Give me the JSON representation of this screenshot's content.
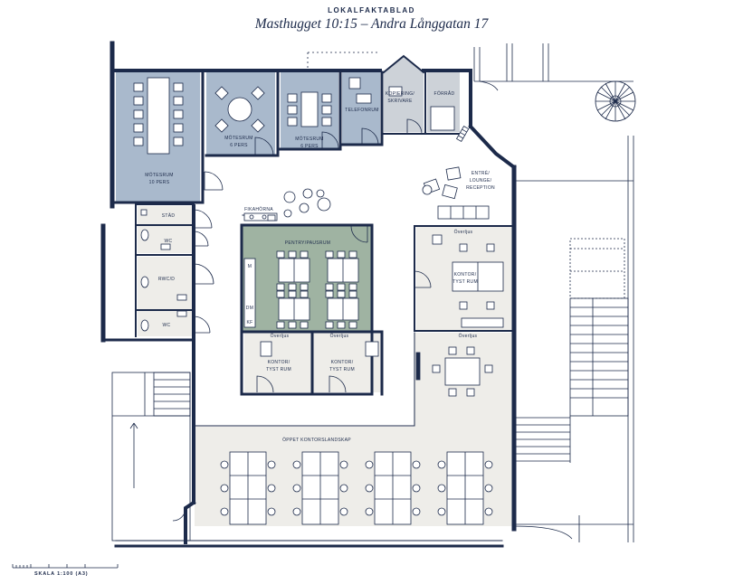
{
  "header": {
    "kicker": "LOKALFAKTABLAD",
    "title": "Masthugget 10:15 – Andra Långgatan 17"
  },
  "rooms": {
    "motesrum_10": {
      "line1": "MÖTESRUM",
      "line2": "10 PERS"
    },
    "motesrum_6a": {
      "line1": "MÖTESRUM",
      "line2": "6 PERS"
    },
    "motesrum_6b": {
      "line1": "MÖTESRUM",
      "line2": "6 PERS"
    },
    "telefonrum": "TELEFONRUM",
    "kopiering": {
      "line1": "KOPIERING/",
      "line2": "SKRIVARE"
    },
    "forrad": "FÖRRÅD",
    "entre": {
      "line1": "ENTRÉ/",
      "line2": "LOUNGE/",
      "line3": "RECEPTION"
    },
    "stad": "STÄD",
    "wc1": "WC",
    "rwc": "RWC/D",
    "wc2": "WC",
    "fikahorna": "FIKAHÖRNA",
    "pentry": "PENTRY/PAUSRUM",
    "kontor_right": {
      "line1": "KONTOR/",
      "line2": "TYST RUM"
    },
    "kontor_left": {
      "line1": "KONTOR/",
      "line2": "TYST RUM"
    },
    "kontor_mid": {
      "line1": "KONTOR/",
      "line2": "TYST RUM"
    },
    "oppet": "ÖPPET KONTORSLANDSKAP"
  },
  "annotations": {
    "overljus": "Överljus"
  },
  "appliances": [
    "M",
    "DM",
    "KF"
  ],
  "colors": {
    "wall": "#1c2a4a",
    "meeting_fill": "#a9b9cc",
    "pentry_fill": "#9fb3a2",
    "floor_fill": "#eeede9",
    "wet_fill": "#eeede9",
    "line": "#1c2a4a"
  },
  "scale": {
    "label": "SKALA 1:100 (A3)"
  }
}
